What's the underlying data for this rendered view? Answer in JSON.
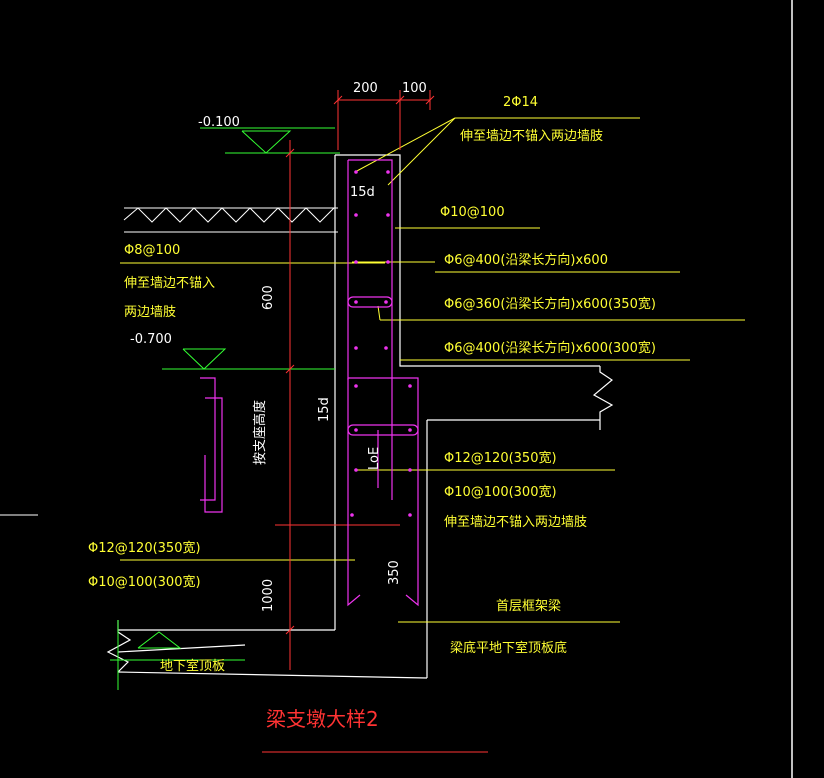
{
  "title": "梁支墩大样2",
  "dims": {
    "top_200": "200",
    "top_100": "100",
    "height_600": "600",
    "height_1000": "1000",
    "d15_top": "15d",
    "d15_mid": "15d",
    "loe": "LoE",
    "w350": "350",
    "by_height": "按支座高度"
  },
  "elevations": {
    "el_top": "-0.100",
    "el_mid": "-0.700"
  },
  "labels": {
    "rebar_2phi14": "2Φ14",
    "anchor_top": "伸至墙边不锚入两边墙肢",
    "phi10_100": "Φ10@100",
    "phi6_400_a": "Φ6@400(沿梁长方向)x600",
    "phi6_360": "Φ6@360(沿梁长方向)x600(350宽)",
    "phi6_400_b": "Φ6@400(沿梁长方向)x600(300宽)",
    "phi12_120_r": "Φ12@120(350宽)",
    "phi10_100_r": "Φ10@100(300宽)",
    "anchor_mid": "伸至墙边不锚入两边墙肢",
    "first_beam": "首层框架梁",
    "beam_bottom": "梁底平地下室顶板底",
    "phi8_100": "Φ8@100",
    "anchor_left_1": "伸至墙边不锚入",
    "anchor_left_2": "两边墙肢",
    "phi12_120_l": "Φ12@120(350宽)",
    "phi10_100_l": "Φ10@100(300宽)",
    "basement_roof": "地下室顶板"
  }
}
